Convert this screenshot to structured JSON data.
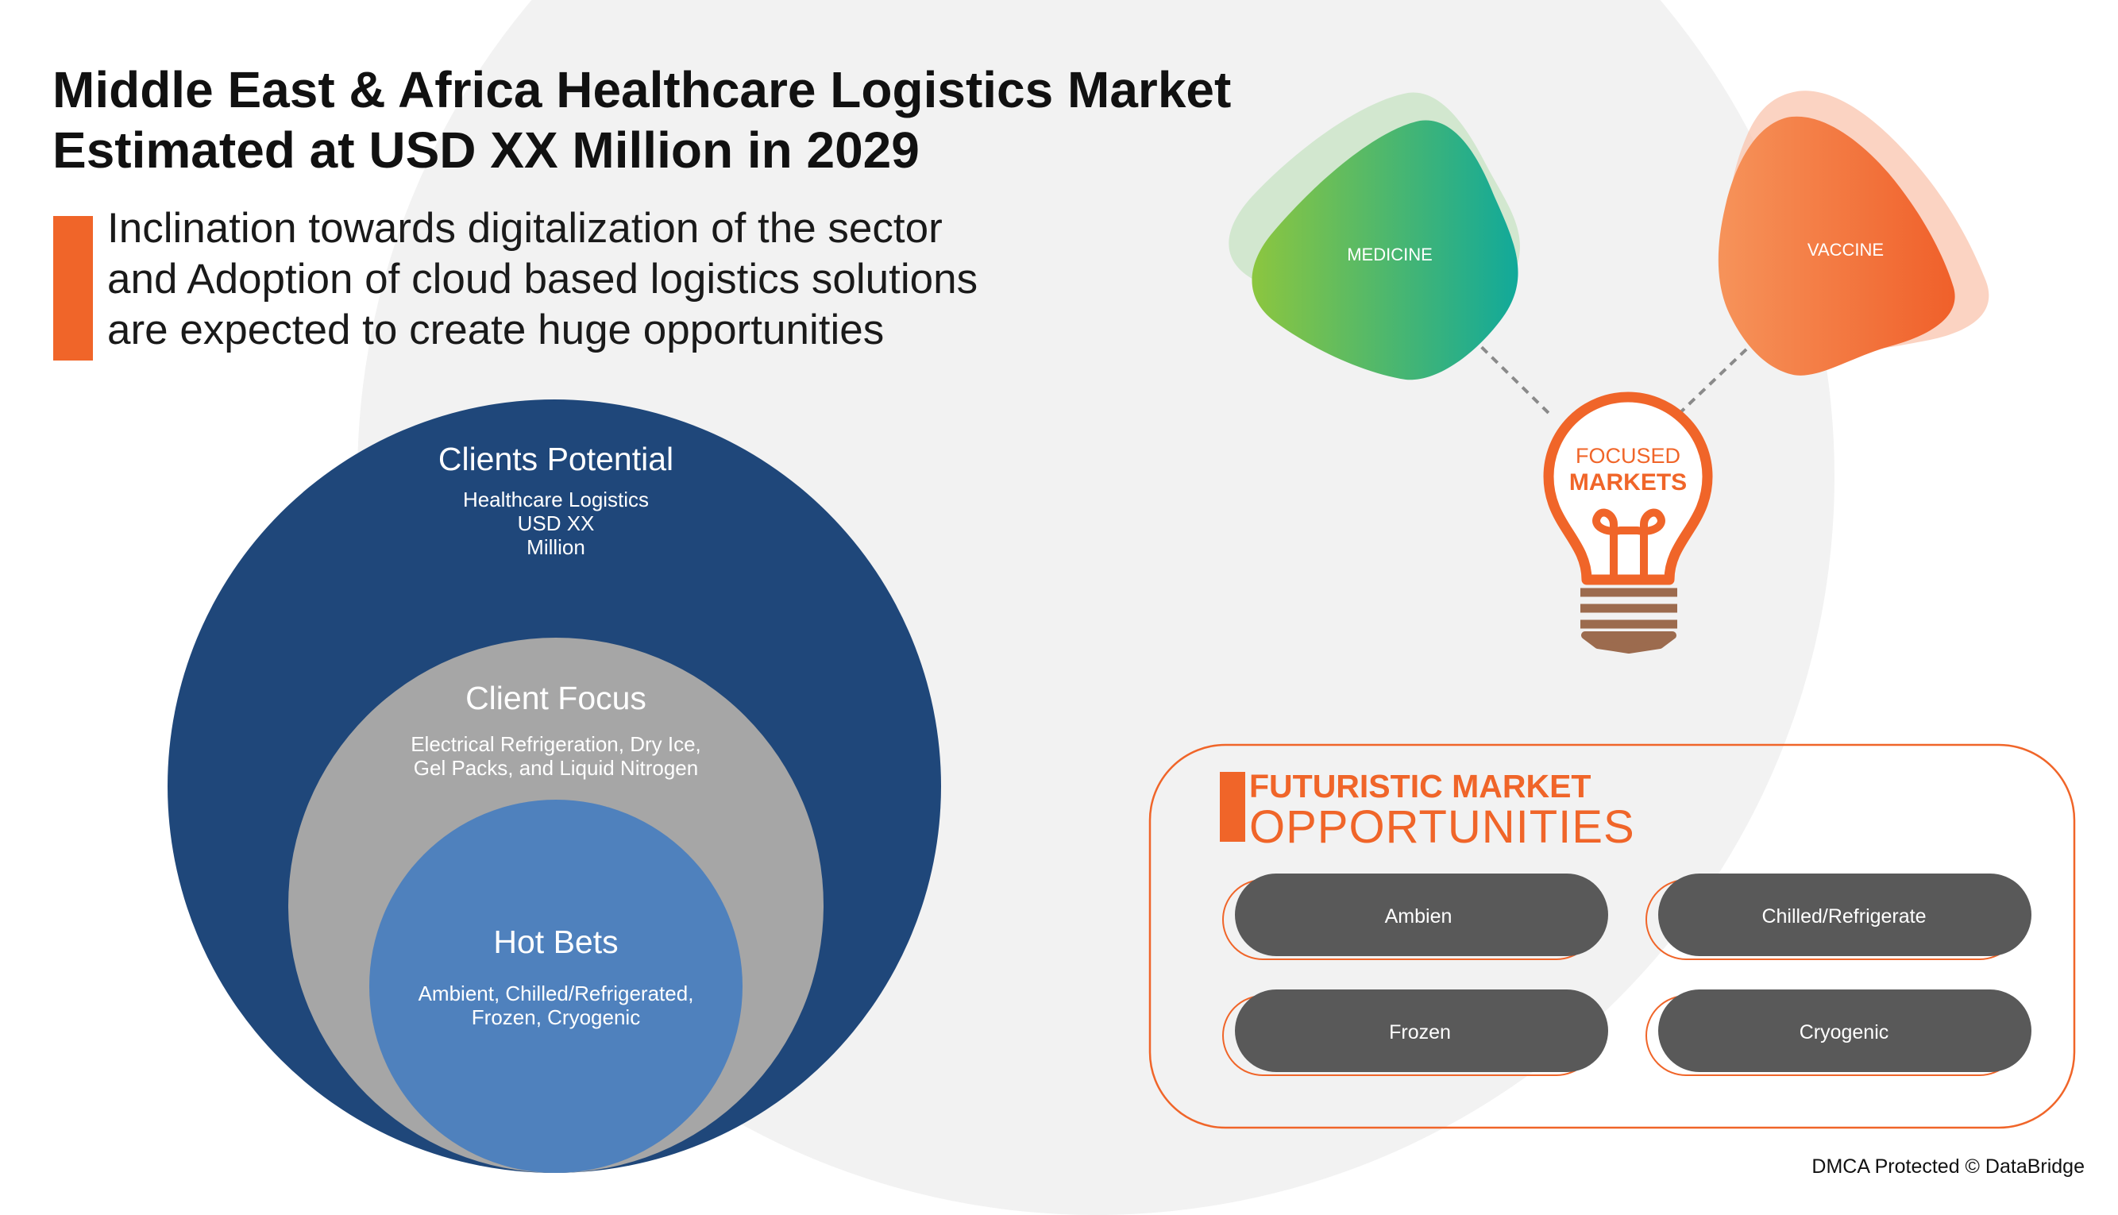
{
  "title": {
    "line1": "Middle East & Africa Healthcare Logistics Market",
    "line2": "Estimated at USD XX Million in 2029"
  },
  "subtitle": {
    "line1": "Inclination towards digitalization of the sector",
    "line2": "and Adoption of cloud based logistics solutions",
    "line3": "are expected to create huge opportunities"
  },
  "circles": {
    "outer": {
      "heading": "Clients Potential",
      "lines": [
        "Healthcare Logistics",
        "USD XX",
        "Million"
      ]
    },
    "middle": {
      "heading": "Client Focus",
      "lines": [
        "Electrical Refrigeration, Dry Ice,",
        "Gel Packs, and Liquid Nitrogen"
      ]
    },
    "inner": {
      "heading": "Hot Bets",
      "lines": [
        "Ambient, Chilled/Refrigerated,",
        "Frozen, Cryogenic"
      ]
    }
  },
  "focused": {
    "bulb_line1": "FOCUSED",
    "bulb_line2": "MARKETS",
    "left_blob": "MEDICINE",
    "right_blob": "VACCINE"
  },
  "opportunities": {
    "title_line1": "FUTURISTIC MARKET",
    "title_line2": "OPPORTUNITIES",
    "items": [
      "Ambien",
      "Chilled/Refrigerate",
      "Frozen",
      "Cryogenic"
    ]
  },
  "footer": "DMCA Protected © DataBridge",
  "colors": {
    "accent_orange": "#f06529",
    "outer_circle": "#1f477a",
    "middle_circle": "#a6a6a6",
    "inner_circle": "#4f81bd",
    "pill": "#595959",
    "bulb_base": "#9c6b4e"
  }
}
